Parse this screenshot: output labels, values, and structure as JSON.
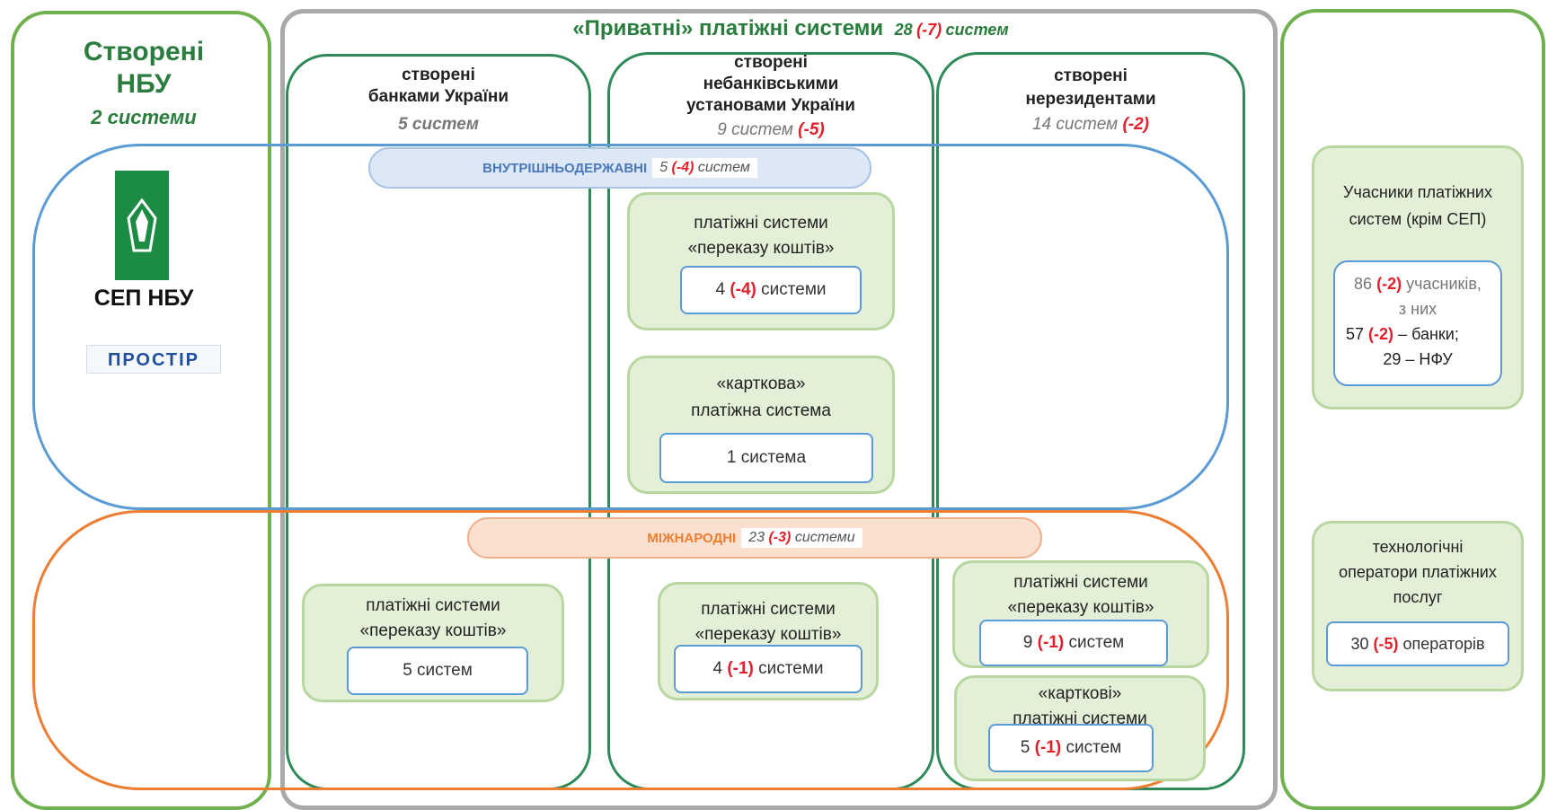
{
  "nbu": {
    "title_line1": "Створені",
    "title_line2": "НБУ",
    "count": "2 системи",
    "sep_label": "СЕП НБУ",
    "prostir": "ПРОСТІР"
  },
  "private": {
    "title": "«Приватні» платіжні системи",
    "count_num": "28",
    "count_delta": "(-7)",
    "count_unit": "систем"
  },
  "banks": {
    "line1": "створені",
    "line2": "банками України",
    "count": "5 систем"
  },
  "nonbank": {
    "line1": "створені",
    "line2": "небанківськими",
    "line3": "установами України",
    "count_num": "9 систем",
    "count_delta": "(-5)"
  },
  "nonres": {
    "line1": "створені",
    "line2": "нерезидентами",
    "count_num": "14",
    "count_unit": "систем",
    "count_delta": "(-2)"
  },
  "domestic": {
    "label": "ВНУТРІШНЬОДЕРЖАВНІ",
    "num": "5",
    "delta": "(-4)",
    "unit": "систем"
  },
  "international": {
    "label": "МІЖНАРОДНІ",
    "num": "23",
    "delta": "(-3)",
    "unit": "системи"
  },
  "dom_transfer": {
    "line1": "платіжні системи",
    "line2": "«переказу коштів»",
    "num": "4",
    "delta": "(-4)",
    "unit": "системи"
  },
  "dom_card": {
    "line1": "«карткова»",
    "line2": "платіжна система",
    "value": "1 система"
  },
  "bank_intl": {
    "line1": "платіжні системи",
    "line2": "«переказу коштів»",
    "value": "5 систем"
  },
  "nonbank_intl": {
    "line1": "платіжні системи",
    "line2": "«переказу коштів»",
    "num": "4",
    "delta": "(-1)",
    "unit": "системи"
  },
  "nonres_transfer": {
    "line1": "платіжні системи",
    "line2": "«переказу коштів»",
    "num": "9",
    "delta": "(-1)",
    "unit": "систем"
  },
  "nonres_card": {
    "line1": "«карткові»",
    "line2": "платіжні системи",
    "num": "5",
    "delta": "(-1)",
    "unit": "систем"
  },
  "participants": {
    "line1": "Учасники платіжних",
    "line2": "систем (крім СЕП)",
    "num": "86",
    "delta": "(-2)",
    "unit": "учасників,",
    "sub": "з них",
    "banks_num": "57",
    "banks_delta": "(-2)",
    "banks_label": "– банки;",
    "nfu": "29 – НФУ"
  },
  "operators": {
    "line1": "технологічні",
    "line2": "оператори платіжних",
    "line3": "послуг",
    "num": "30",
    "delta": "(-5)",
    "unit": "операторів"
  },
  "colors": {
    "green_title": "#2a7d3e",
    "red": "#e41f2a",
    "blue": "#5b9bd5",
    "orange": "#ed7d31"
  }
}
